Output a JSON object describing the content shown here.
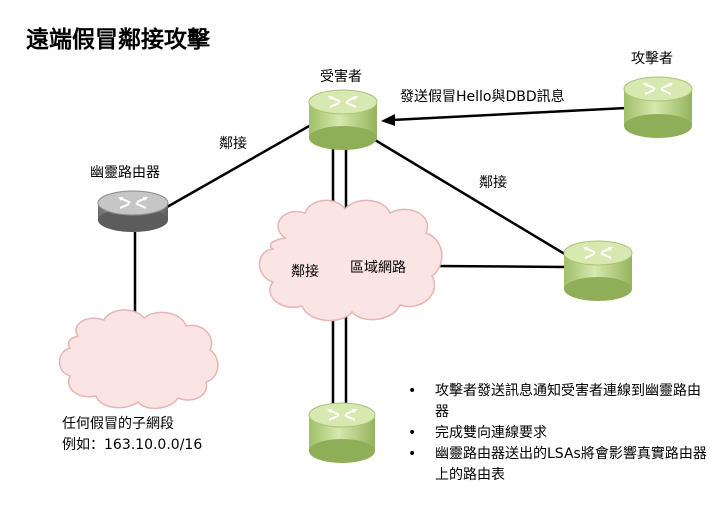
{
  "title": "遠端假冒鄰接攻擊",
  "nodes": {
    "victim": "受害者",
    "attacker": "攻擊者",
    "ghost_router": "幽靈路由器"
  },
  "edge_labels": {
    "adjacency_left": "鄰接",
    "adjacency_right": "鄰接",
    "adjacency_cloud": "鄰接",
    "attack_message": "發送假冒Hello與DBD訊息"
  },
  "clouds": {
    "area_network": "區域網路"
  },
  "subnet": {
    "line1": "任何假冒的子網段",
    "line2": "例如：163.10.0.0/16"
  },
  "bullets": [
    "攻擊者發送訊息通知受害者連線到幽靈路由器",
    "完成雙向連線要求",
    "幽靈路由器送出的LSAs將會影響真實路由器上的路由表"
  ],
  "colors": {
    "router_green": "#c9df9d",
    "router_gray": "#bdbdbd",
    "cloud_fill": "#fae4e4",
    "cloud_stroke": "#e8b4b4"
  }
}
